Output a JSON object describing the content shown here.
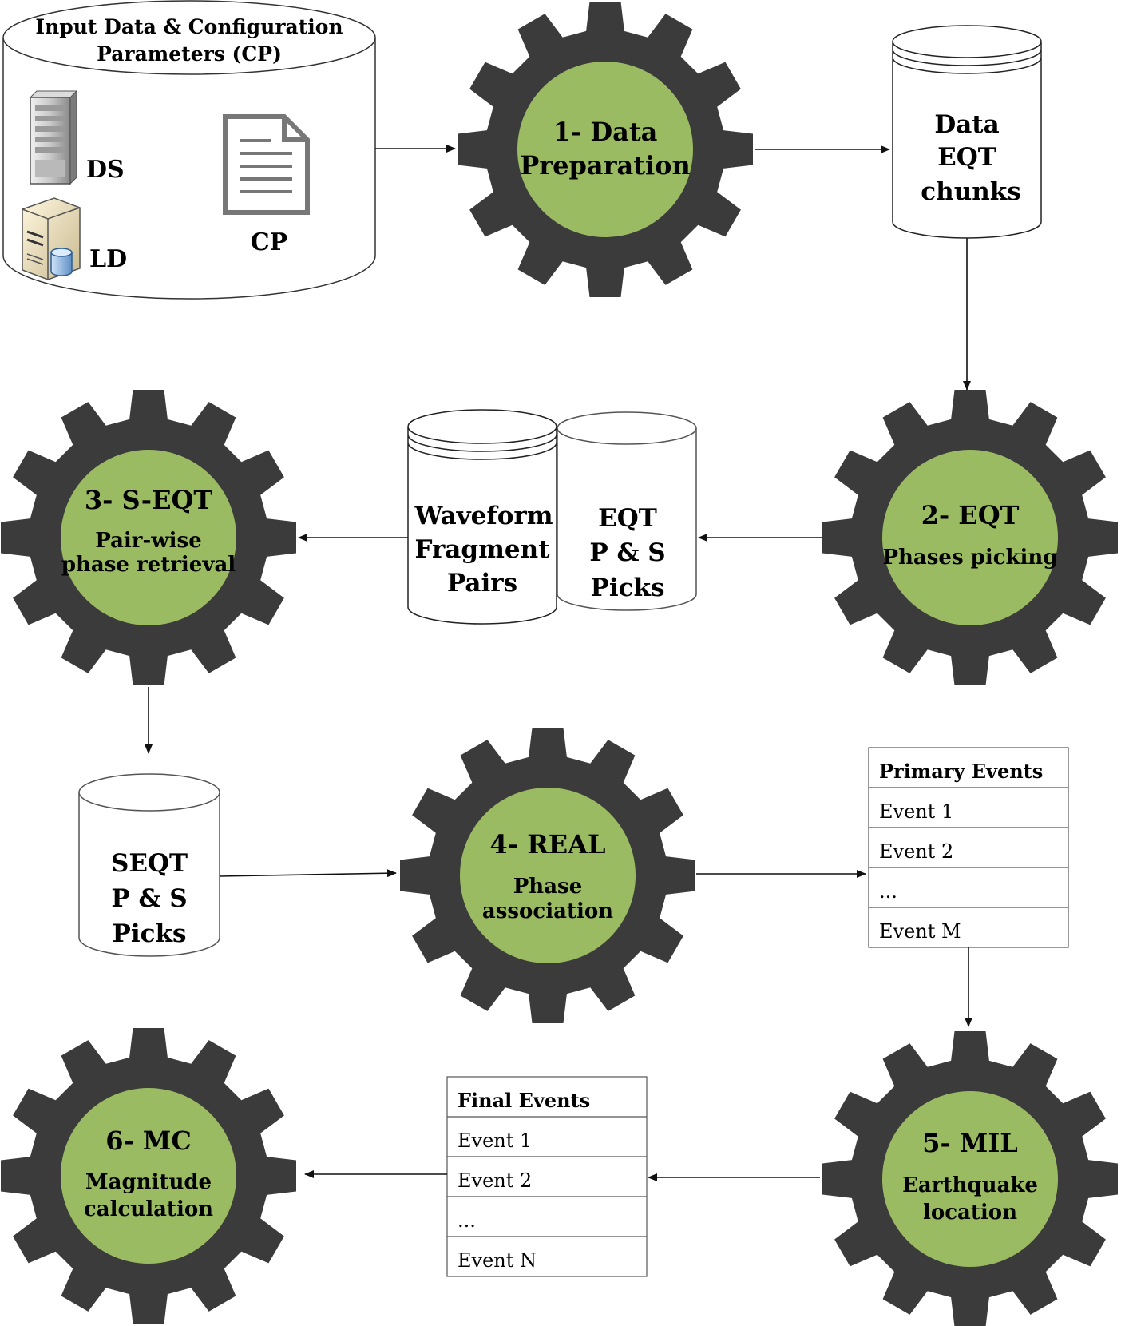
{
  "input_store": {
    "title_line1": "Input Data & Configuration",
    "title_line2": "Parameters (CP)",
    "ds_label": "DS",
    "ld_label": "LD",
    "cp_label": "CP"
  },
  "steps": {
    "s1": {
      "title_line1": "1- Data",
      "title_line2": "Preparation"
    },
    "s2": {
      "title": "2- EQT",
      "sub_line1": "Phases picking"
    },
    "s3": {
      "title": "3- S-EQT",
      "sub_line1": "Pair-wise",
      "sub_line2": "phase retrieval"
    },
    "s4": {
      "title": "4- REAL",
      "sub_line1": "Phase",
      "sub_line2": "association"
    },
    "s5": {
      "title": "5- MIL",
      "sub_line1": "Earthquake",
      "sub_line2": "location"
    },
    "s6": {
      "title": "6- MC",
      "sub_line1": "Magnitude",
      "sub_line2": "calculation"
    }
  },
  "stores": {
    "data_eqt": {
      "line1": "Data",
      "line2": "EQT",
      "line3": "chunks"
    },
    "waveform": {
      "line1": "Waveform",
      "line2": "Fragment",
      "line3": "Pairs"
    },
    "eqt_picks": {
      "line1": "EQT",
      "line2": "P & S",
      "line3": "Picks"
    },
    "seqt_picks": {
      "line1": "SEQT",
      "line2": "P & S",
      "line3": "Picks"
    }
  },
  "primary_events": {
    "header": "Primary Events",
    "rows": [
      "Event 1",
      "Event 2",
      "...",
      "Event M"
    ]
  },
  "final_events": {
    "header": "Final Events",
    "rows": [
      "Event 1",
      "Event 2",
      "...",
      "Event N"
    ]
  },
  "colors": {
    "gear": "#3b3b3b",
    "gear_center": "#9bbb63",
    "stroke": "#333333",
    "line": "#111111"
  }
}
